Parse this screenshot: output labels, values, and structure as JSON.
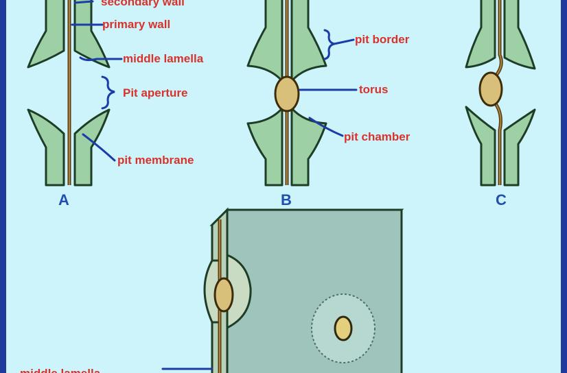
{
  "labels": {
    "secondary_wall": "secondary wall",
    "primary_wall": "primary wall",
    "middle_lamella": "middle lamella",
    "pit_aperture": "Pit aperture",
    "pit_membrane": "pit membrane",
    "pit_border": "pit border",
    "torus": "torus",
    "pit_chamber": "pit chamber",
    "middle_lamella_bottom": "middle lamella"
  },
  "panels": {
    "a": "A",
    "b": "B",
    "c": "C"
  },
  "colors": {
    "background": "#cdf4fb",
    "frame": "#1d3a9c",
    "cell_wall": "#9dd0a4",
    "label_text": "#d8322c",
    "leader_line": "#1c3da8",
    "panel_letter": "#1f4fb0",
    "torus": "#d9c07a"
  }
}
